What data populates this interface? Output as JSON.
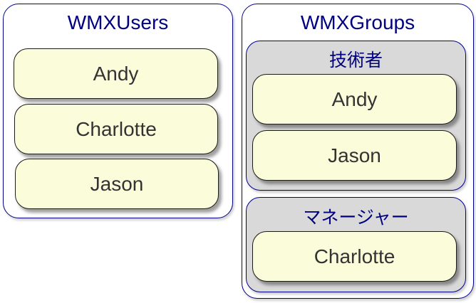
{
  "users_panel": {
    "title": "WMXUsers",
    "members": [
      {
        "name": "Andy"
      },
      {
        "name": "Charlotte"
      },
      {
        "name": "Jason"
      }
    ]
  },
  "groups_panel": {
    "title": "WMXGroups",
    "groups": [
      {
        "title": "技術者",
        "members": [
          {
            "name": "Andy"
          },
          {
            "name": "Jason"
          }
        ]
      },
      {
        "title": "マネージャー",
        "members": [
          {
            "name": "Charlotte"
          }
        ]
      }
    ]
  },
  "colors": {
    "title_text": "#000080",
    "border": "#00008b",
    "group_fill": "#d9d9d9",
    "card_fill": "#fbfcd9",
    "card_text": "#333333"
  }
}
